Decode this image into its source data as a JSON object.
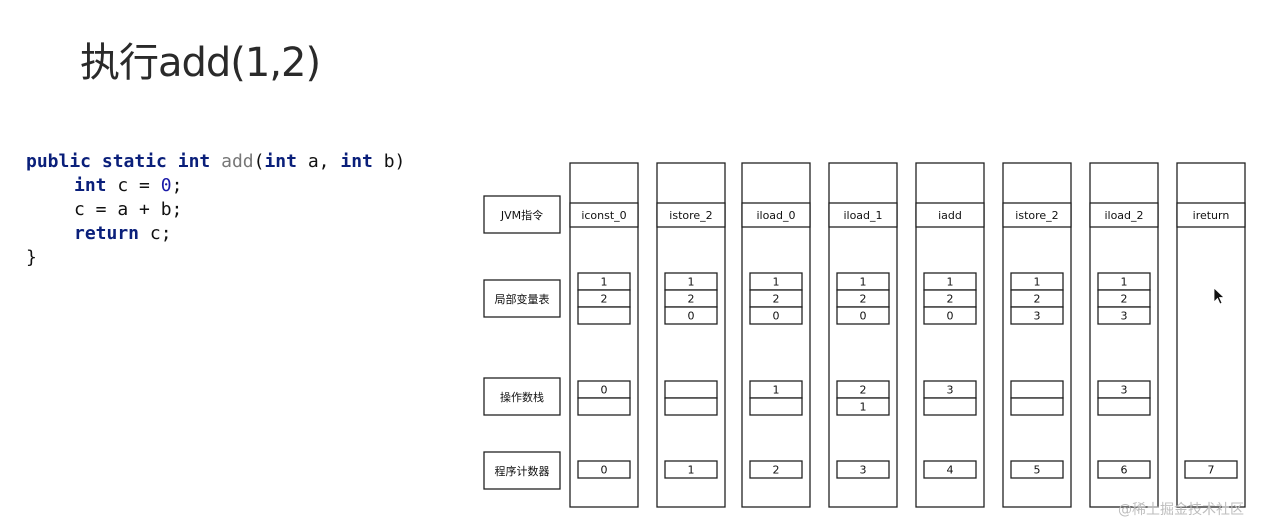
{
  "title": "执行add(1,2)",
  "code": {
    "l1": {
      "kw1": "public",
      "kw2": "static",
      "kw3": "int",
      "name": "add",
      "open": "(",
      "kw4": "int",
      "p1": "a,",
      "kw5": "int",
      "p2": "b)"
    },
    "l2": {
      "kw": "int",
      "rest": "c =",
      "num": "0",
      "semi": ";"
    },
    "l3": {
      "text": "c = a + b;"
    },
    "l4": {
      "kw": "return",
      "rest": "c;"
    },
    "l5": {
      "text": "}"
    }
  },
  "row_labels": {
    "instr": "JVM指令",
    "locals": "局部变量表",
    "stack": "操作数栈",
    "pc": "程序计数器"
  },
  "columns": [
    {
      "instr": "iconst_0",
      "locals": [
        "1",
        "2",
        ""
      ],
      "stack": [
        "0",
        ""
      ],
      "pc": "0"
    },
    {
      "instr": "istore_2",
      "locals": [
        "1",
        "2",
        "0"
      ],
      "stack": [
        "",
        ""
      ],
      "pc": "1"
    },
    {
      "instr": "iload_0",
      "locals": [
        "1",
        "2",
        "0"
      ],
      "stack": [
        "1",
        ""
      ],
      "pc": "2"
    },
    {
      "instr": "iload_1",
      "locals": [
        "1",
        "2",
        "0"
      ],
      "stack": [
        "2",
        "1"
      ],
      "pc": "3"
    },
    {
      "instr": "iadd",
      "locals": [
        "1",
        "2",
        "0"
      ],
      "stack": [
        "3",
        ""
      ],
      "pc": "4"
    },
    {
      "instr": "istore_2",
      "locals": [
        "1",
        "2",
        "3"
      ],
      "stack": [
        "",
        ""
      ],
      "pc": "5"
    },
    {
      "instr": "iload_2",
      "locals": [
        "1",
        "2",
        "3"
      ],
      "stack": [
        "3",
        ""
      ],
      "pc": "6"
    },
    {
      "instr": "ireturn",
      "locals": null,
      "stack": null,
      "pc": "7"
    }
  ],
  "watermark": "@稀土掘金技术社区"
}
